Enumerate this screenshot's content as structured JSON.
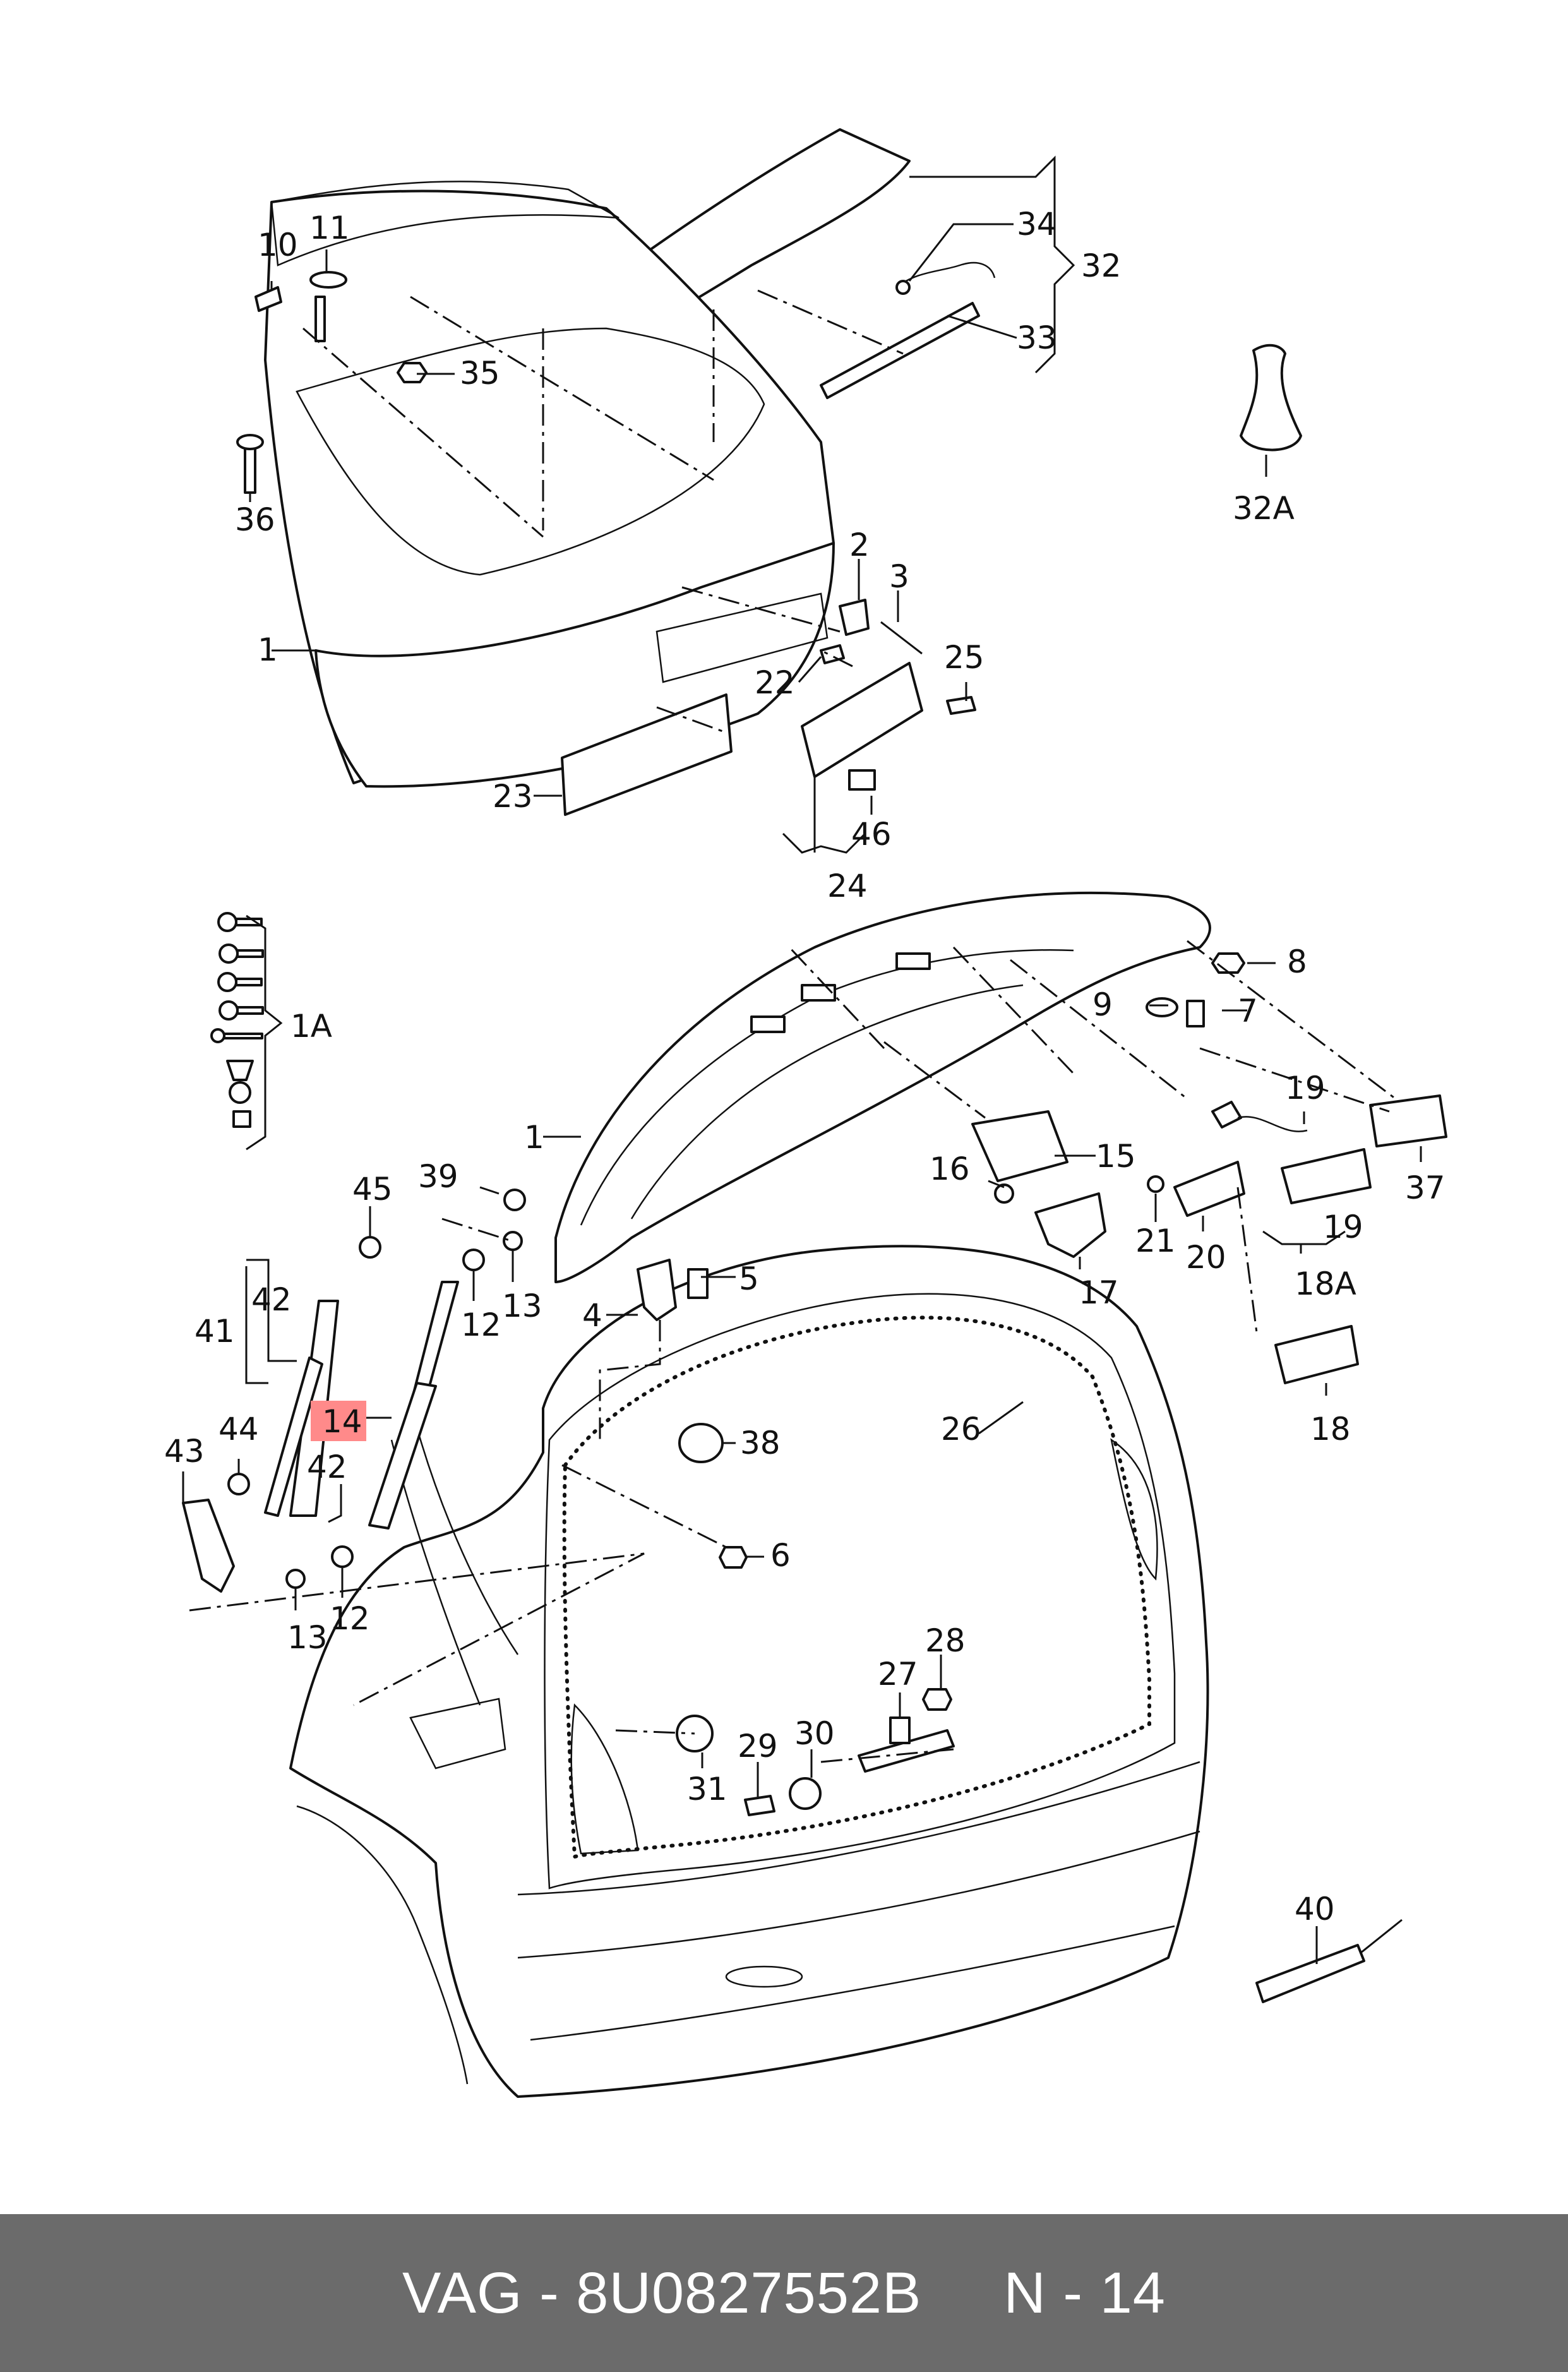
{
  "footer": {
    "brand": "VAG",
    "separator": "-",
    "part_number": "8U0827552B",
    "position_ref": "N - 14"
  },
  "highlight": {
    "label": "14",
    "color": "#ff8a8a"
  },
  "callouts": {
    "c1a": "1",
    "c1b": "1",
    "c1A": "1A",
    "c2": "2",
    "c3": "3",
    "c4": "4",
    "c5": "5",
    "c6": "6",
    "c7": "7",
    "c8": "8",
    "c9": "9",
    "c10": "10",
    "c11": "11",
    "c12a": "12",
    "c12b": "12",
    "c13a": "13",
    "c13b": "13",
    "c15": "15",
    "c16": "16",
    "c17": "17",
    "c18": "18",
    "c18A": "18A",
    "c19a": "19",
    "c19b": "19",
    "c20": "20",
    "c21": "21",
    "c22": "22",
    "c23": "23",
    "c24": "24",
    "c25": "25",
    "c26": "26",
    "c27": "27",
    "c28": "28",
    "c29": "29",
    "c30": "30",
    "c31": "31",
    "c32": "32",
    "c32A": "32A",
    "c33": "33",
    "c34": "34",
    "c35": "35",
    "c36": "36",
    "c37": "37",
    "c38": "38",
    "c39": "39",
    "c40": "40",
    "c41": "41",
    "c42a": "42",
    "c42b": "42",
    "c43": "43",
    "c44": "44",
    "c45": "45",
    "c46": "46"
  }
}
